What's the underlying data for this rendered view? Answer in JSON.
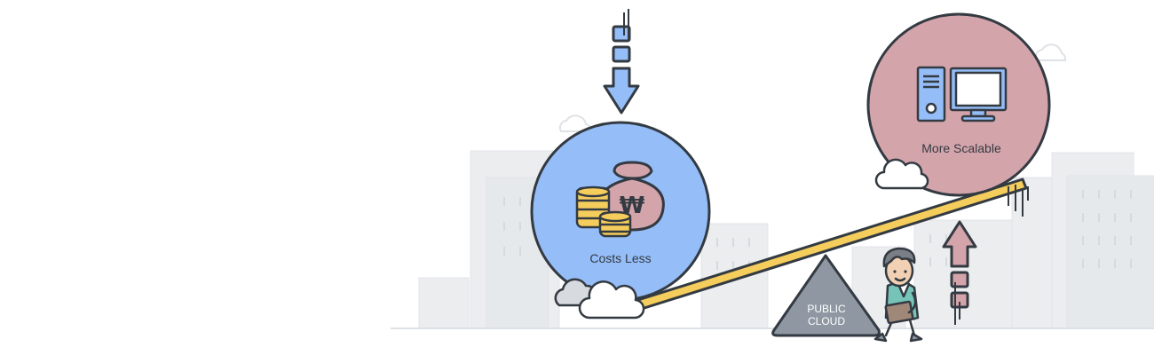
{
  "left_circle": {
    "label": "Costs Less",
    "currency_symbol": "₩",
    "fill": "#95bdf8"
  },
  "right_circle": {
    "label": "More Scalable",
    "fill": "#d4a4ab"
  },
  "fulcrum": {
    "line1": "PUBLIC",
    "line2": "CLOUD",
    "fill": "#8f98a2"
  },
  "colors": {
    "outline": "#333a42",
    "beam": "#f5cd5c",
    "coin": "#f5cd5c",
    "money_bag": "#d4a4ab",
    "down_arrow": "#95bdf8",
    "up_arrow": "#d4a4ab",
    "city": "#ebedef",
    "cloud": "#ffffff"
  },
  "icons": [
    "coins-icon",
    "money-bag-icon",
    "computer-tower-icon",
    "monitor-icon",
    "cloud-icon",
    "down-arrow-icon",
    "up-arrow-icon",
    "person-icon"
  ]
}
